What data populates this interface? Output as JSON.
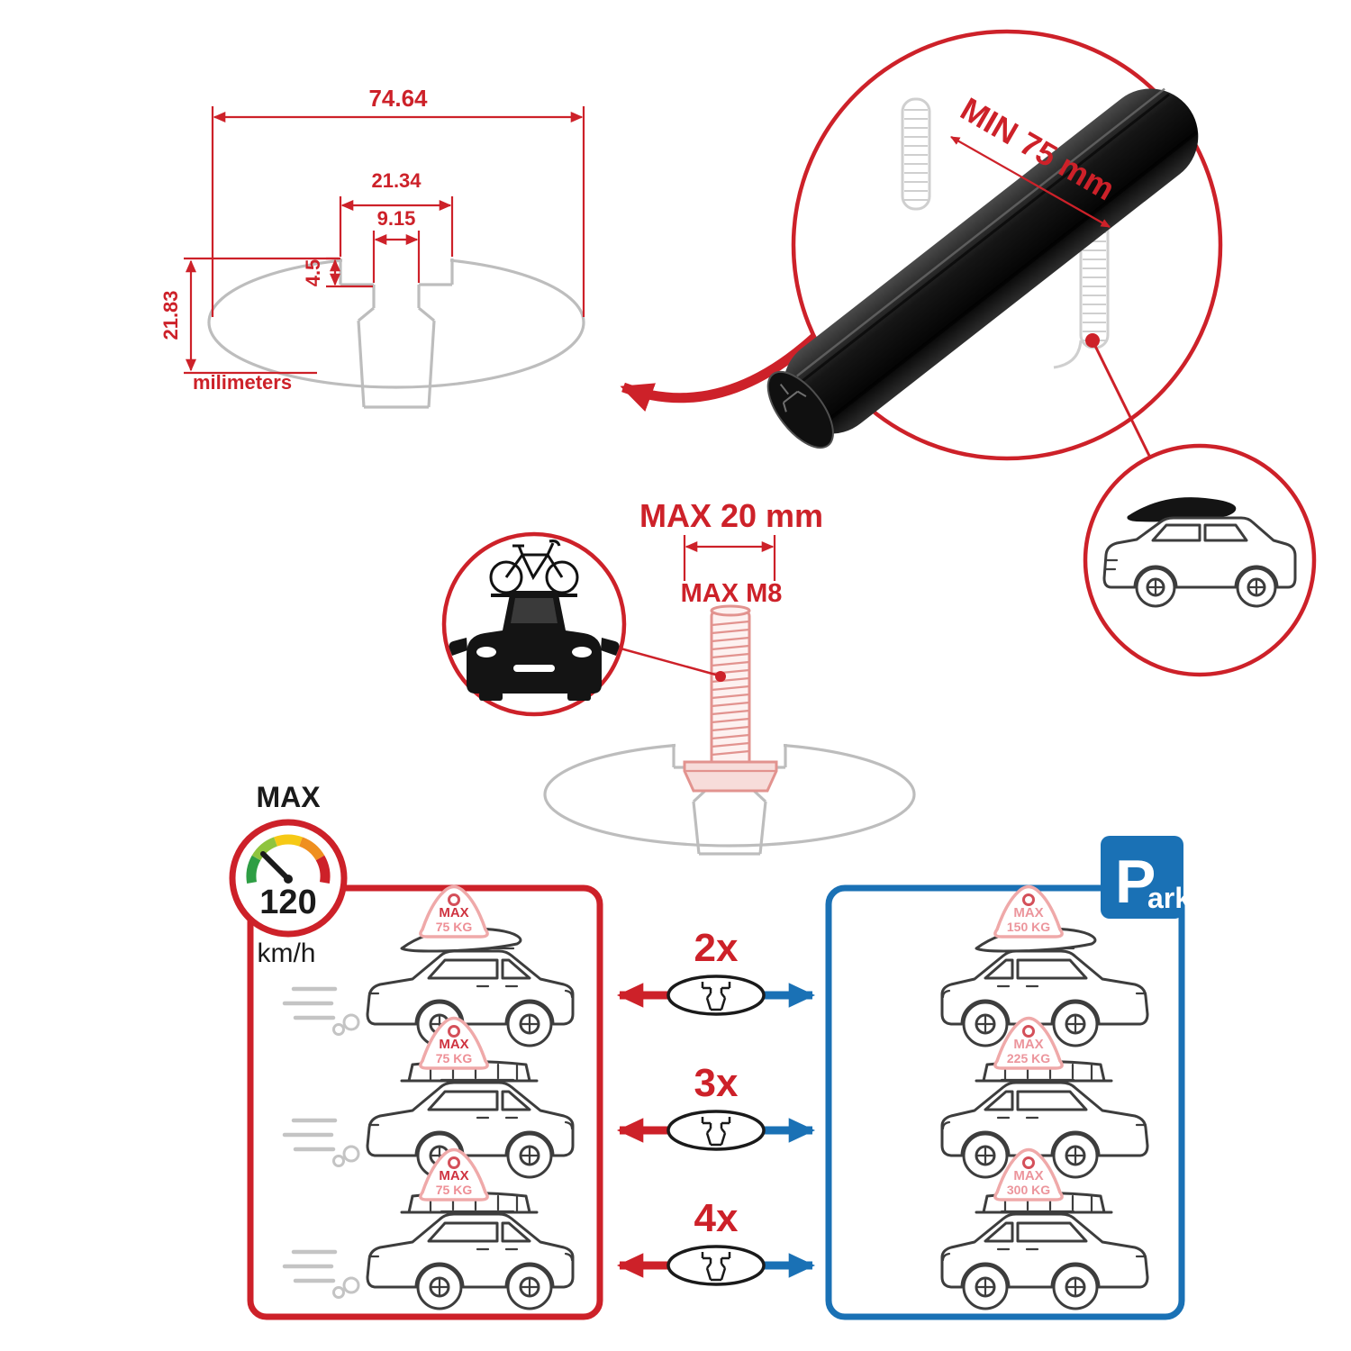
{
  "colors": {
    "red": "#cd2129",
    "blue": "#1a71b5",
    "gray": "#bdbdbd",
    "black": "#1a1a1a"
  },
  "tech_drawing": {
    "dim_total_width": "74.64",
    "dim_slot_outer": "21.34",
    "dim_slot_inner": "9.15",
    "dim_lip_depth": "4.5",
    "dim_height": "21.83",
    "unit": "milimeters"
  },
  "bar_detail": {
    "min_label": "MIN 75 mm"
  },
  "bolt_detail": {
    "width_label": "MAX 20 mm",
    "thread_label": "MAX M8"
  },
  "speedometer": {
    "title": "MAX",
    "value": "120",
    "unit": "km/h"
  },
  "park": {
    "p": "P",
    "ark": "ark"
  },
  "rows": [
    {
      "multiplier": "2x",
      "left": {
        "l1": "MAX",
        "l2": "75 KG"
      },
      "right": {
        "l1": "MAX",
        "l2": "150 KG"
      }
    },
    {
      "multiplier": "3x",
      "left": {
        "l1": "MAX",
        "l2": "75 KG"
      },
      "right": {
        "l1": "MAX",
        "l2": "225 KG"
      }
    },
    {
      "multiplier": "4x",
      "left": {
        "l1": "MAX",
        "l2": "75 KG"
      },
      "right": {
        "l1": "MAX",
        "l2": "300 KG"
      }
    }
  ]
}
